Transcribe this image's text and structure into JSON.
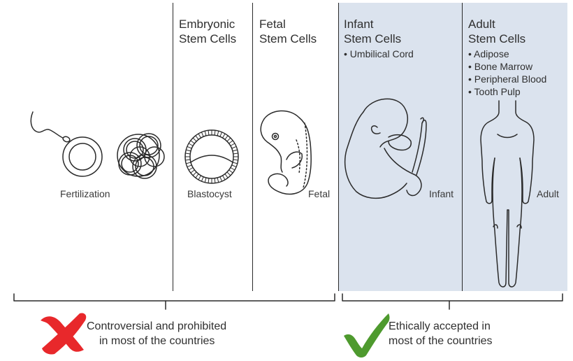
{
  "columns": {
    "embryonic": {
      "line1": "Embryonic",
      "line2": "Stem Cells"
    },
    "fetal": {
      "line1": "Fetal",
      "line2": "Stem Cells"
    },
    "infant": {
      "line1": "Infant",
      "line2": "Stem Cells",
      "sources": [
        "Umbilical Cord"
      ]
    },
    "adult": {
      "line1": "Adult",
      "line2": "Stem Cells",
      "sources": [
        "Adipose",
        "Bone Marrow",
        "Peripheral Blood",
        "Tooth Pulp"
      ]
    }
  },
  "stages": {
    "fertilization": "Fertilization",
    "blastocyst": "Blastocyst",
    "fetal": "Fetal",
    "infant": "Infant",
    "adult": "Adult"
  },
  "verdicts": {
    "controversial": {
      "line1": "Controversial and prohibited",
      "line2": "in most of the countries",
      "color": "#e8282b"
    },
    "accepted": {
      "line1": "Ethically accepted in",
      "line2": "most of the countries",
      "color": "#4e9a2e"
    }
  },
  "colors": {
    "highlight_panel": "#dbe3ee",
    "line": "#2a2a2a"
  }
}
